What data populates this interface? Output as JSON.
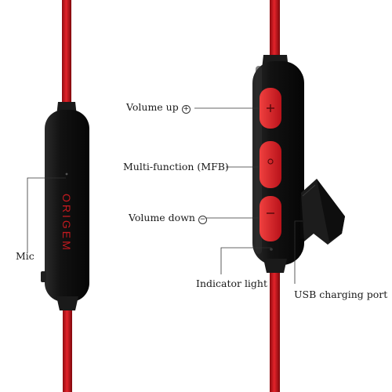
{
  "labels": {
    "volume_up": "Volume up",
    "volume_up_symbol": "+",
    "multi_function": "Multi-function (MFB)",
    "volume_down": "Volume down",
    "volume_down_symbol": "−",
    "mic": "Mic",
    "indicator_light": "Indicator light",
    "usb_port": "USB charging port"
  },
  "brand_text": "ORIGEM",
  "colors": {
    "cable_red": "#d7141c",
    "housing_black": "#161616",
    "button_red": "#e3232a",
    "leader_line": "#333333"
  }
}
